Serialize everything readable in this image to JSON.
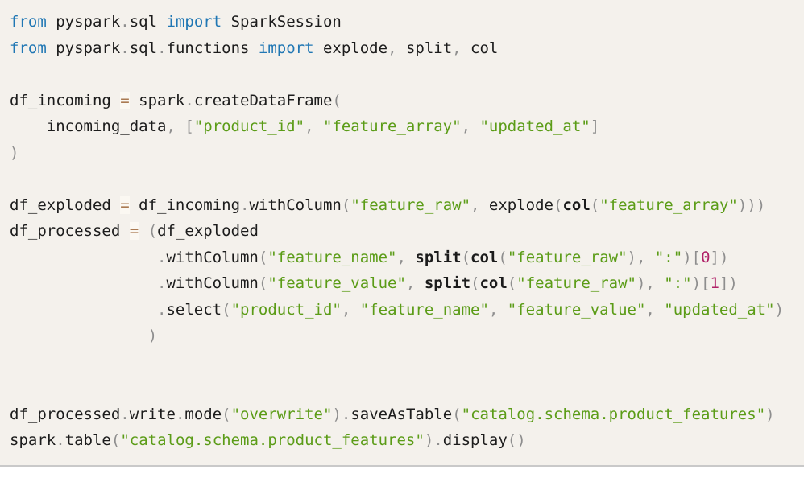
{
  "colors": {
    "page_background": "#ffffff",
    "cell_background": "#f4f1ec",
    "cell_bottom_border": "#c9c9c9",
    "default_text": "#1c1c1c",
    "keyword": "#2077b4",
    "string": "#5b9c17",
    "punctuation": "#8e8e8e",
    "number": "#b02168",
    "operator": "#aa7a52",
    "operator_highlight": "#fbf8f2"
  },
  "code": {
    "language": "python",
    "lines": [
      [
        [
          "kw",
          "from"
        ],
        [
          "d",
          " pyspark"
        ],
        [
          "pu",
          "."
        ],
        [
          "d",
          "sql"
        ],
        [
          "kw",
          " import"
        ],
        [
          "d",
          " SparkSession"
        ]
      ],
      [
        [
          "kw",
          "from"
        ],
        [
          "d",
          " pyspark"
        ],
        [
          "pu",
          "."
        ],
        [
          "d",
          "sql"
        ],
        [
          "pu",
          "."
        ],
        [
          "d",
          "functions"
        ],
        [
          "kw",
          " import"
        ],
        [
          "d",
          " explode"
        ],
        [
          "pu",
          ","
        ],
        [
          "d",
          " split"
        ],
        [
          "pu",
          ","
        ],
        [
          "d",
          " col"
        ]
      ],
      [],
      [
        [
          "d",
          "df_incoming "
        ],
        [
          "op",
          "="
        ],
        [
          "d",
          " spark"
        ],
        [
          "pu",
          "."
        ],
        [
          "d",
          "createDataFrame"
        ],
        [
          "pu",
          "("
        ]
      ],
      [
        [
          "d",
          "    incoming_data"
        ],
        [
          "pu",
          ", ["
        ],
        [
          "st",
          "\"product_id\""
        ],
        [
          "pu",
          ", "
        ],
        [
          "st",
          "\"feature_array\""
        ],
        [
          "pu",
          ", "
        ],
        [
          "st",
          "\"updated_at\""
        ],
        [
          "pu",
          "]"
        ]
      ],
      [
        [
          "pu",
          ")"
        ]
      ],
      [],
      [
        [
          "d",
          "df_exploded "
        ],
        [
          "op",
          "="
        ],
        [
          "d",
          " df_incoming"
        ],
        [
          "pu",
          "."
        ],
        [
          "d",
          "withColumn"
        ],
        [
          "pu",
          "("
        ],
        [
          "st",
          "\"feature_raw\""
        ],
        [
          "pu",
          ", "
        ],
        [
          "d",
          "explode"
        ],
        [
          "pu",
          "("
        ],
        [
          "b",
          "col"
        ],
        [
          "pu",
          "("
        ],
        [
          "st",
          "\"feature_array\""
        ],
        [
          "pu",
          ")))"
        ]
      ],
      [
        [
          "d",
          "df_processed "
        ],
        [
          "op",
          "="
        ],
        [
          "pu",
          " ("
        ],
        [
          "d",
          "df_exploded"
        ]
      ],
      [
        [
          "d",
          "                "
        ],
        [
          "pu",
          "."
        ],
        [
          "d",
          "withColumn"
        ],
        [
          "pu",
          "("
        ],
        [
          "st",
          "\"feature_name\""
        ],
        [
          "pu",
          ", "
        ],
        [
          "b",
          "split"
        ],
        [
          "pu",
          "("
        ],
        [
          "b",
          "col"
        ],
        [
          "pu",
          "("
        ],
        [
          "st",
          "\"feature_raw\""
        ],
        [
          "pu",
          "), "
        ],
        [
          "st",
          "\":\""
        ],
        [
          "pu",
          ")["
        ],
        [
          "nu",
          "0"
        ],
        [
          "pu",
          "])"
        ]
      ],
      [
        [
          "d",
          "                "
        ],
        [
          "pu",
          "."
        ],
        [
          "d",
          "withColumn"
        ],
        [
          "pu",
          "("
        ],
        [
          "st",
          "\"feature_value\""
        ],
        [
          "pu",
          ", "
        ],
        [
          "b",
          "split"
        ],
        [
          "pu",
          "("
        ],
        [
          "b",
          "col"
        ],
        [
          "pu",
          "("
        ],
        [
          "st",
          "\"feature_raw\""
        ],
        [
          "pu",
          "), "
        ],
        [
          "st",
          "\":\""
        ],
        [
          "pu",
          ")["
        ],
        [
          "nu",
          "1"
        ],
        [
          "pu",
          "])"
        ]
      ],
      [
        [
          "d",
          "                "
        ],
        [
          "pu",
          "."
        ],
        [
          "d",
          "select"
        ],
        [
          "pu",
          "("
        ],
        [
          "st",
          "\"product_id\""
        ],
        [
          "pu",
          ", "
        ],
        [
          "st",
          "\"feature_name\""
        ],
        [
          "pu",
          ", "
        ],
        [
          "st",
          "\"feature_value\""
        ],
        [
          "pu",
          ", "
        ],
        [
          "st",
          "\"updated_at\""
        ],
        [
          "pu",
          ")"
        ]
      ],
      [
        [
          "pu",
          "               )"
        ]
      ],
      [],
      [],
      [
        [
          "d",
          "df_processed"
        ],
        [
          "pu",
          "."
        ],
        [
          "d",
          "write"
        ],
        [
          "pu",
          "."
        ],
        [
          "d",
          "mode"
        ],
        [
          "pu",
          "("
        ],
        [
          "st",
          "\"overwrite\""
        ],
        [
          "pu",
          ")."
        ],
        [
          "d",
          "saveAsTable"
        ],
        [
          "pu",
          "("
        ],
        [
          "st",
          "\"catalog.schema.product_features\""
        ],
        [
          "pu",
          ")"
        ]
      ],
      [
        [
          "d",
          "spark"
        ],
        [
          "pu",
          "."
        ],
        [
          "d",
          "table"
        ],
        [
          "pu",
          "("
        ],
        [
          "st",
          "\"catalog.schema.product_features\""
        ],
        [
          "pu",
          ")."
        ],
        [
          "d",
          "display"
        ],
        [
          "pu",
          "()"
        ]
      ]
    ]
  }
}
